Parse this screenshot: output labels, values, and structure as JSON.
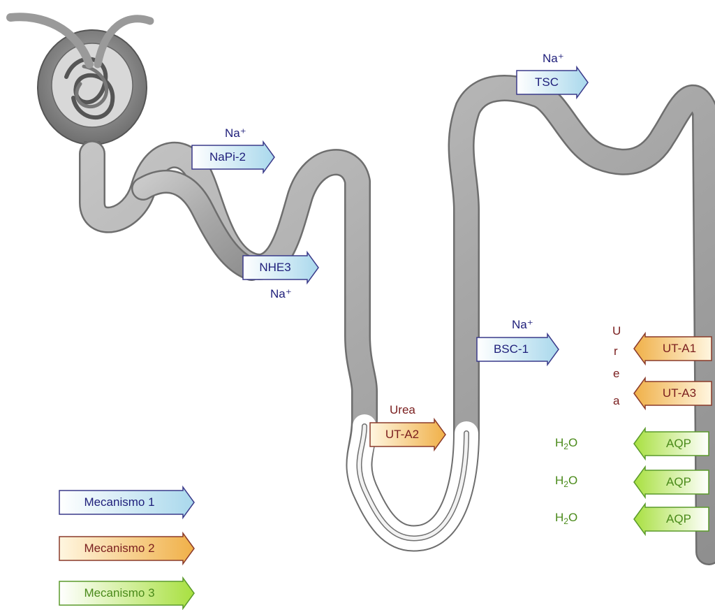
{
  "colors": {
    "mech1_text": "#1e1e7a",
    "mech1_stroke": "#3a3a8a",
    "mech2_text": "#7a1e1e",
    "mech2_stroke": "#8a3a2a",
    "mech3_text": "#4a8a1a",
    "mech3_stroke": "#5a9a2a"
  },
  "transporters": {
    "napi2": "NaPi-2",
    "nhe3": "NHE3",
    "tsc": "TSC",
    "bsc1": "BSC-1",
    "uta2": "UT-A2",
    "uta1": "UT-A1",
    "uta3": "UT-A3",
    "aqp1": "AQP",
    "aqp2": "AQP",
    "aqp3": "AQP"
  },
  "solutes": {
    "na_napi2": "Na⁺",
    "na_nhe3": "Na⁺",
    "na_tsc": "Na⁺",
    "na_bsc1": "Na⁺",
    "urea_uta2": "Urea",
    "urea_vertical": [
      "U",
      "r",
      "e",
      "a"
    ],
    "h2o_1": {
      "h": "H",
      "sub": "2",
      "o": "O"
    },
    "h2o_2": {
      "h": "H",
      "sub": "2",
      "o": "O"
    },
    "h2o_3": {
      "h": "H",
      "sub": "2",
      "o": "O"
    }
  },
  "legend": {
    "mech1": "Mecanismo 1",
    "mech2": "Mecanismo 2",
    "mech3": "Mecanismo 3"
  }
}
